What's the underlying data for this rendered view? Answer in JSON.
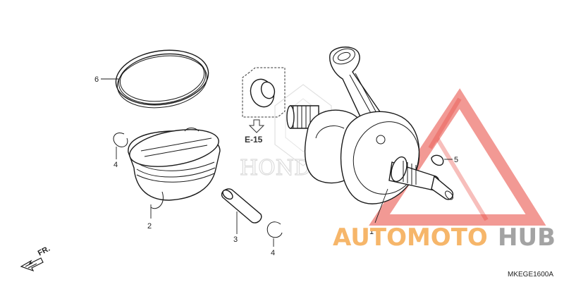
{
  "callouts": {
    "p1": "1",
    "p2": "2",
    "p3": "3",
    "p4a": "4",
    "p4b": "4",
    "p5": "5",
    "p6": "6"
  },
  "reference": {
    "label": "E-15"
  },
  "direction": {
    "label": "FR."
  },
  "diagram_code": "MKEGE1600A",
  "watermark": {
    "word_a": "AUTOMOTO",
    "word_b": "HUB",
    "color_a": "#f6b66a",
    "color_b": "#a3a3a3",
    "triangle_color": "#e8453c"
  },
  "background_brand": "HONDA"
}
